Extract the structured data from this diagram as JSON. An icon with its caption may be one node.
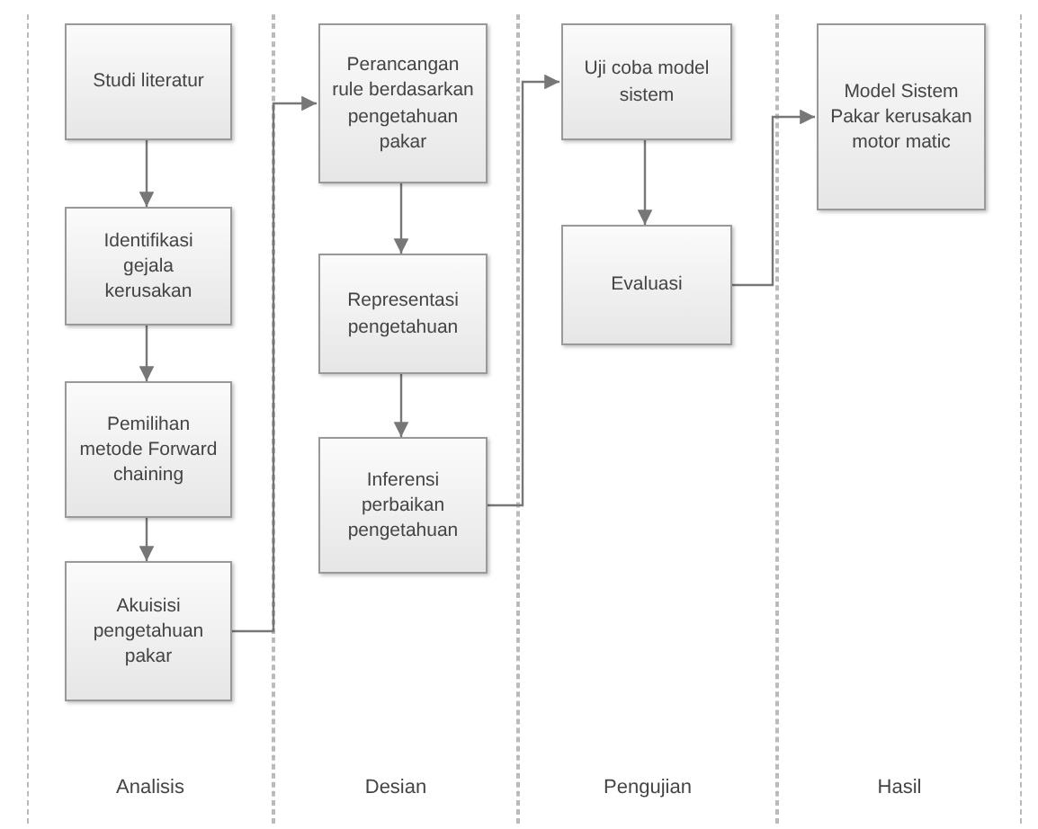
{
  "diagram": {
    "nodes": [
      {
        "text": [
          "Analisis"
        ]
      },
      {
        "text": [
          "Studi literatur"
        ],
        "in": 0
      },
      {
        "text": [
          "Identifikasi gejala kerusakan"
        ],
        "in": 0
      },
      {
        "text": [
          "Pemilihan metode Forward chaining"
        ],
        "in": 0
      },
      {
        "text": [
          "Akuisisi pengetahuan pakar"
        ],
        "in": 0
      },
      {
        "text": [
          "Desian"
        ]
      },
      {
        "text": [
          "Perancangan rule berdasarkan pengetahuan pakar"
        ],
        "in": 5
      },
      {
        "text": [
          "Representasi pengetahuan"
        ],
        "in": 5
      },
      {
        "text": [
          "Inferensi perbaikan pengetahuan"
        ],
        "in": 5
      },
      {
        "text": [
          "Pengujian"
        ]
      },
      {
        "text": [
          "Uji coba model sistem"
        ],
        "in": 9
      },
      {
        "text": [
          "Evaluasi"
        ],
        "in": 9
      },
      {
        "text": [
          "Hasil"
        ]
      },
      {
        "text": [
          "Model Sistem Pakar kerusakan motor matic"
        ],
        "in": 12
      }
    ],
    "edges": [
      {
        "from": 1,
        "to": 2,
        "arrow": "to"
      },
      {
        "from": 2,
        "to": 3,
        "arrow": "to"
      },
      {
        "from": 3,
        "to": 4,
        "arrow": "to"
      },
      {
        "from": 4,
        "to": 6,
        "arrow": "to"
      },
      {
        "from": 6,
        "to": 7,
        "arrow": "to"
      },
      {
        "from": 7,
        "to": 8,
        "arrow": "to"
      },
      {
        "from": 8,
        "to": 10,
        "arrow": "to"
      },
      {
        "from": 10,
        "to": 11,
        "arrow": "to"
      },
      {
        "from": 11,
        "to": 13,
        "arrow": "to"
      }
    ]
  }
}
